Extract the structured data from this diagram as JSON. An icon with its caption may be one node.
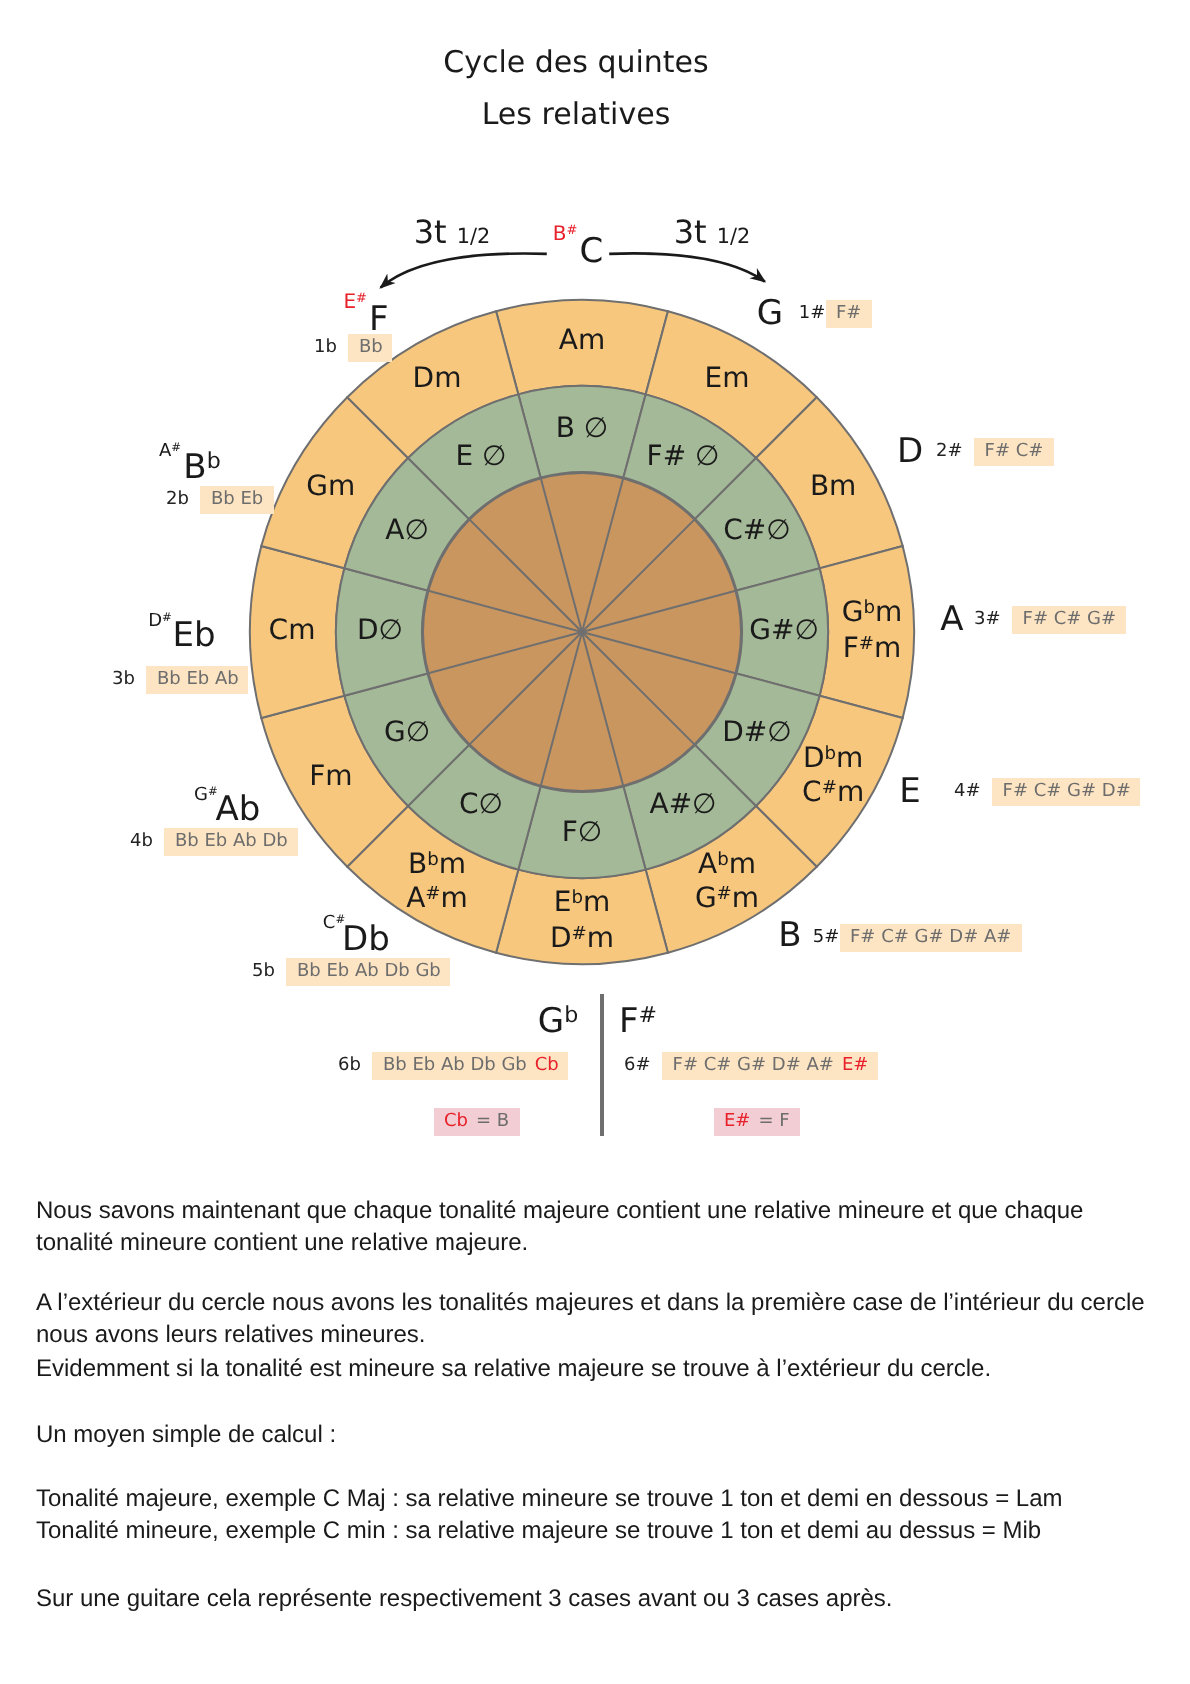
{
  "diagram": {
    "title": "Cycle des quintes",
    "nodes": [
      {
        "text": [
          "B$^{#}$",
          "C"
        ]
      },
      {
        "text": [
          "E$^{#}$",
          "F"
        ]
      },
      {
        "text": [
          "G"
        ]
      },
      {
        "text": [
          "Am"
        ]
      },
      {
        "text": [
          "Em"
        ]
      },
      {
        "text": [
          "Bm"
        ]
      },
      {
        "text": [
          "G$^{b}$m",
          "F$^{#}$m"
        ]
      },
      {
        "text": [
          "D$^{b}$m",
          "C$^{#}$m"
        ]
      },
      {
        "text": [
          "A$^{b}$m",
          "G$^{#}$m"
        ]
      },
      {
        "text": [
          "E$^{b}$m",
          "D$^{#}$m"
        ]
      },
      {
        "text": [
          "B$^{b}$m",
          "A$^{#}$m"
        ]
      },
      {
        "text": [
          "Fm"
        ]
      },
      {
        "text": [
          "Cm"
        ]
      },
      {
        "text": [
          "Gm"
        ]
      },
      {
        "text": [
          "Dm"
        ]
      },
      {
        "text": [
          "B ∅"
        ]
      },
      {
        "text": [
          "F# ∅"
        ]
      },
      {
        "text": [
          "C#∅"
        ]
      },
      {
        "text": [
          "G#∅"
        ]
      },
      {
        "text": [
          "D#∅"
        ]
      },
      {
        "text": [
          "A#∅"
        ]
      },
      {
        "text": [
          "F∅"
        ]
      },
      {
        "text": [
          "C∅"
        ]
      },
      {
        "text": [
          "G∅"
        ]
      },
      {
        "text": [
          "D∅"
        ]
      },
      {
        "text": [
          "A∅"
        ]
      },
      {
        "text": [
          "E ∅"
        ]
      },
      {
        "text": [],
        "shape": "circle"
      },
      {
        "text": [
          "F#"
        ]
      },
      {
        "text": [
          "F# C#"
        ],
        "beside": [
          "2#"
        ]
      },
      {
        "text": [
          "F# C# G#"
        ],
        "beside": [
          "3#"
        ]
      },
      {
        "text": [
          "F# C# G# D#"
        ],
        "beside": [
          "4#"
        ]
      },
      {
        "text": [
          "F# C# G# D# A#"
        ]
      },
      {
        "text": [
          "F# C# G# D# A#",
          "E#"
        ],
        "beside": [
          "6#"
        ]
      },
      {
        "text": [
          "Bb"
        ],
        "beside": [
          "1b"
        ]
      },
      {
        "text": [
          "Bb Eb"
        ],
        "beside": [
          "2b"
        ]
      },
      {
        "text": [
          "Bb Eb Ab"
        ],
        "beside": [
          "3b"
        ]
      },
      {
        "text": [
          "Bb Eb Ab Db"
        ],
        "beside": [
          "4b"
        ]
      },
      {
        "text": [
          "Bb Eb Ab Db Gb"
        ],
        "beside": [
          "5b"
        ]
      },
      {
        "text": [
          "Bb Eb Ab Db Gb",
          "Cb"
        ],
        "beside": [
          "6b"
        ]
      },
      {
        "text": [
          "Cb",
          "= B"
        ]
      },
      {
        "text": [
          "E#",
          "= F"
        ]
      }
    ],
    "edges": [
      {
        "from": 0,
        "to": 1,
        "arrow": "to",
        "label": "3t $_{1/2}$"
      },
      {
        "from": 0,
        "to": 2,
        "arrow": "to",
        "label": "3t $_{1/2}$"
      }
    ],
    "labels": [
      "Les relatives",
      "1#",
      "A$^{#}$",
      "B$^{b}$",
      "D",
      "D$^{#}$",
      "Eb",
      "A",
      "G$^{#}$",
      "Ab",
      "E",
      "C$^{#}$",
      "Db",
      "B",
      "5#",
      "G$^{b}$",
      "F$^{#}$",
      "Nous savons maintenant que chaque tonalité majeure contient une relative mineure et que chaque tonalité mineure contient une relative majeure.",
      "A l’extérieur du cercle nous avons les tonalités majeures et dans la première case de l’intérieur du cercle nous avons leurs relatives mineures.",
      "Evidemment si la tonalité est mineure sa relative majeure se trouve à l’extérieur du cercle.",
      "Un moyen simple de calcul :",
      "Tonalité majeure, exemple C Maj : sa relative mineure se trouve 1 ton et demi en dessous = Lam",
      "Tonalité mineure, exemple C min : sa relative majeure se trouve 1 ton et demi au dessus = Mib",
      "Sur une guitare cela représente respectivement 3 cases avant ou 3 cases après."
    ]
  }
}
